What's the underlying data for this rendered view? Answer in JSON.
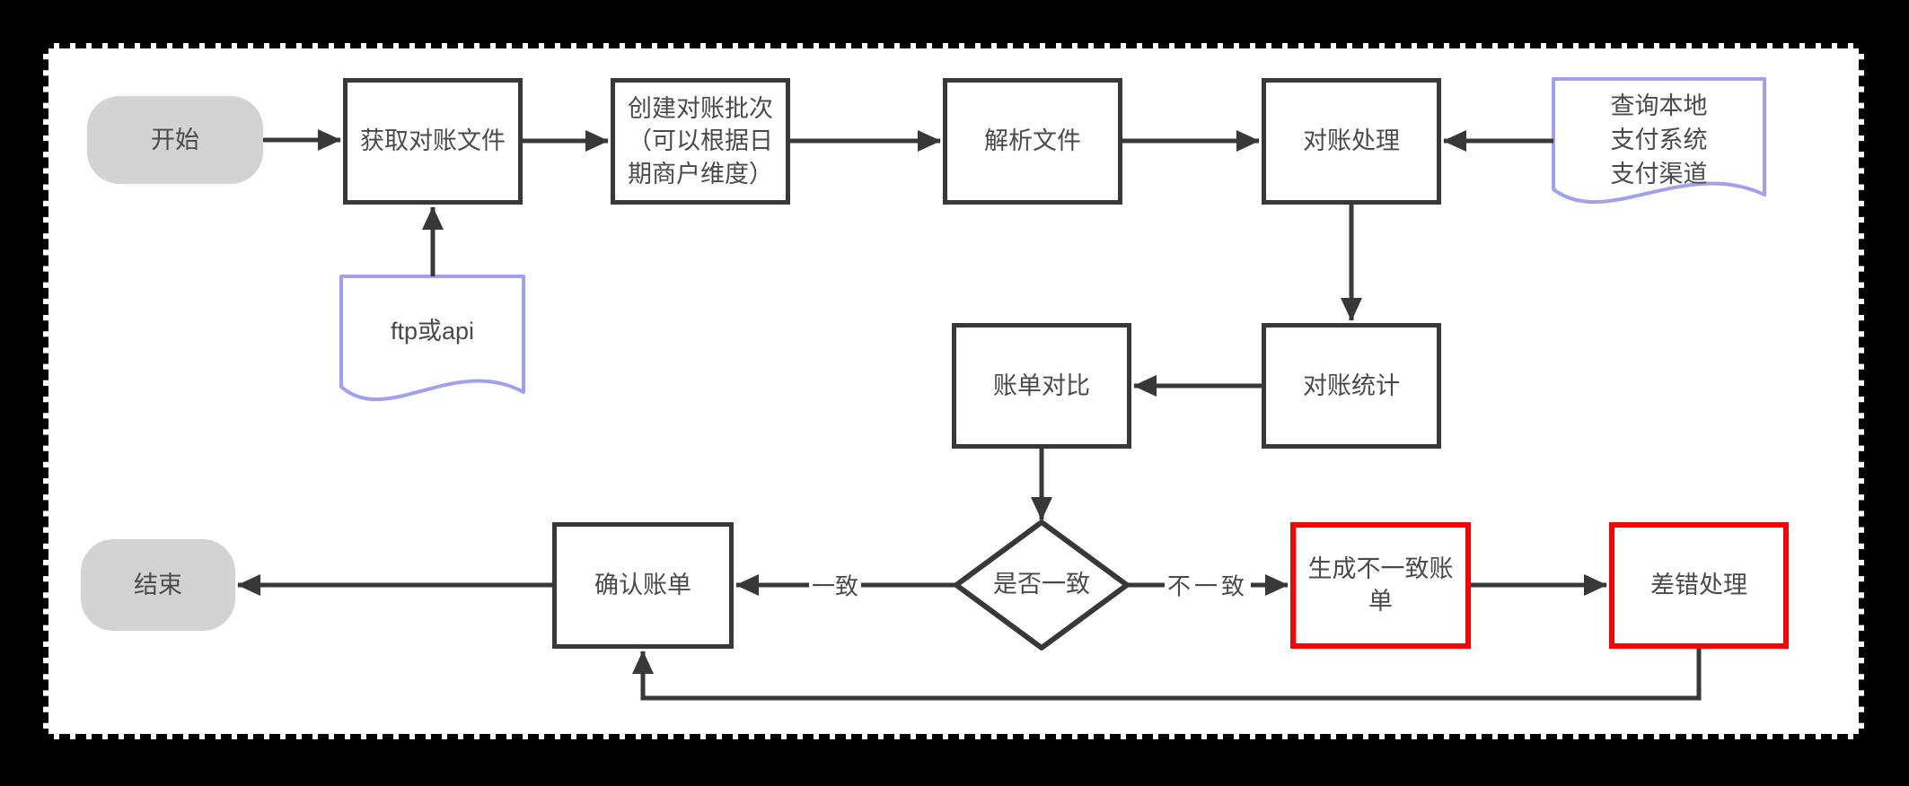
{
  "diagram": {
    "type": "flowchart",
    "nodes": {
      "start": {
        "label": "开始",
        "shape": "pill"
      },
      "fetch_file": {
        "label": "获取对账文件",
        "shape": "process"
      },
      "create_batch": {
        "label": "创建对账批次（可以根据日期商户维度）",
        "shape": "process"
      },
      "parse_file": {
        "label": "解析文件",
        "shape": "process"
      },
      "recon_process": {
        "label": "对账处理",
        "shape": "process"
      },
      "query_local": {
        "lines": [
          "查询本地",
          "支付系统",
          "支付渠道"
        ],
        "shape": "document"
      },
      "ftp_or_api": {
        "label": "ftp或api",
        "shape": "document"
      },
      "recon_stats": {
        "label": "对账统计",
        "shape": "process"
      },
      "bill_compare": {
        "label": "账单对比",
        "shape": "process"
      },
      "is_consistent": {
        "label": "是否一致",
        "shape": "decision"
      },
      "confirm_bill": {
        "label": "确认账单",
        "shape": "process"
      },
      "gen_inconsistent_bill": {
        "label": "生成不一致账单",
        "shape": "process-highlight"
      },
      "error_handling": {
        "label": "差错处理",
        "shape": "process-highlight"
      },
      "end": {
        "label": "结束",
        "shape": "pill"
      }
    },
    "edge_labels": {
      "consistent": "一致",
      "inconsistent": "不一致"
    },
    "colors": {
      "background": "#000000",
      "sheet": "#ffffff",
      "line": "#383838",
      "box_border": "#383838",
      "text": "#4a4a4a",
      "pill_fill": "#d3d3d3",
      "highlight_border": "#fe0000",
      "document_border": "#a0a0ee"
    }
  }
}
